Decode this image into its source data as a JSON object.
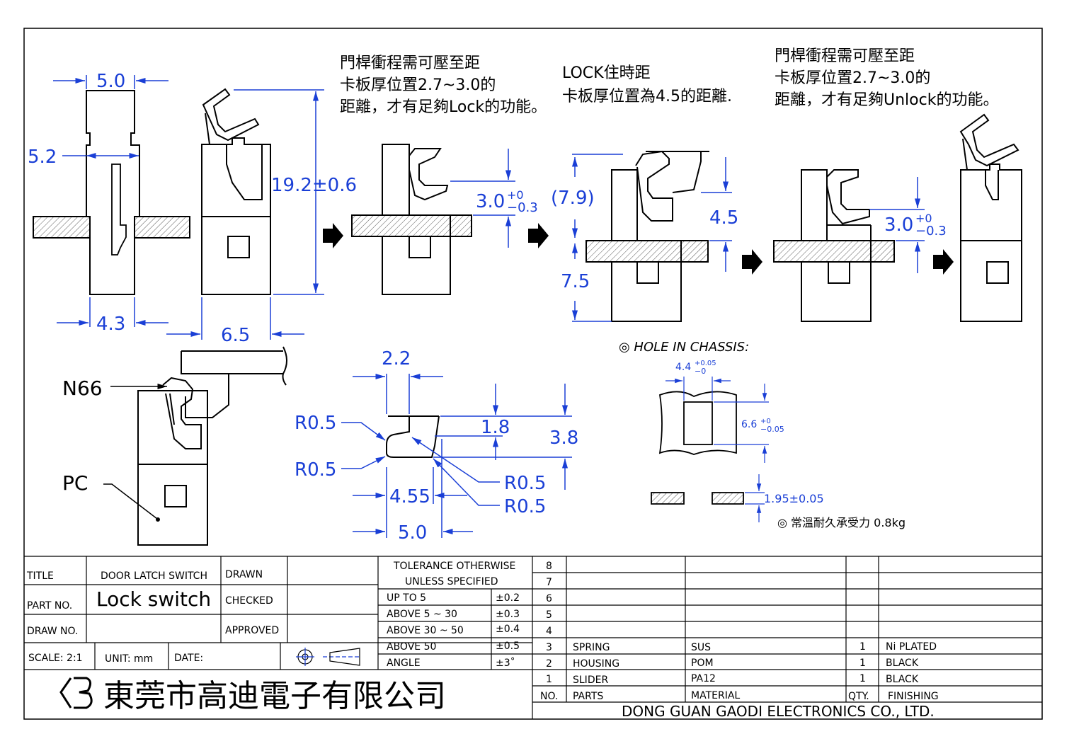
{
  "notes": {
    "lock_travel": [
      "門桿衝程需可壓至距",
      "卡板厚位置2.7~3.0的",
      "距離，才有足夠Lock的功能。"
    ],
    "lock_hold": [
      "LOCK住時距",
      "卡板厚位置為4.5的距離."
    ],
    "unlock_travel": [
      "門桿衝程需可壓至距",
      "卡板厚位置2.7~3.0的",
      "距離，才有足夠Unlock的功能。"
    ]
  },
  "dims": {
    "top_width": "5.0",
    "body_width": "5.2",
    "base_width": "4.3",
    "height": "19.2±0.6",
    "side_width": "6.5",
    "stroke1_main": "3.0",
    "stroke1_tol_up": "+0",
    "stroke1_tol_dn": "−0.3",
    "lock_total": "(7.9)",
    "lock_gap": "4.5",
    "lock_below": "7.5",
    "stroke2_main": "3.0",
    "stroke2_tol_up": "+0",
    "stroke2_tol_dn": "−0.3",
    "hook_width": "2.2",
    "hook_h1": "1.8",
    "hook_h2": "3.8",
    "r1": "R0.5",
    "r2": "R0.5",
    "r3": "R0.5",
    "r4": "R0.5",
    "hook_w1": "4.55",
    "hook_w2": "5.0"
  },
  "materials_callout": {
    "n66": "N66",
    "pc": "PC"
  },
  "chassis": {
    "title": "◎ HOLE  IN  CHASSIS:",
    "hole_w_main": "4.4",
    "hole_w_tol_up": "+0.05",
    "hole_w_tol_dn": "−0",
    "hole_h_main": "6.6",
    "hole_h_tol_up": "+0",
    "hole_h_tol_dn": "−0.05",
    "thickness": "1.95±0.05",
    "force_note": "◎ 常溫耐久承受力  0.8kg"
  },
  "title_block": {
    "title_label": "TITLE",
    "title_value": "DOOR  LATCH  SWITCH",
    "part_label": "PART  NO.",
    "part_value": "Lock switch",
    "draw_label": "DRAW  NO.",
    "drawn_label": "DRAWN",
    "checked_label": "CHECKED",
    "approved_label": "APPROVED",
    "scale_label": "SCALE:  2:1",
    "unit_label": "UNIT:  mm",
    "date_label": "DATE:",
    "company_cn": "東莞市高迪電子有限公司",
    "company_en": "DONG GUAN GAODI ELECTRONICS CO., LTD."
  },
  "tolerance": {
    "header1": "TOLERANCE  OTHERWISE",
    "header2": "UNLESS  SPECIFIED",
    "rows": [
      {
        "range": "UP  TO  5",
        "tol": "±0.2"
      },
      {
        "range": "ABOVE  5 ~ 30",
        "tol": "±0.3"
      },
      {
        "range": "ABOVE  30 ~ 50",
        "tol": "±0.4"
      },
      {
        "range": "ABOVE  50",
        "tol": "±0.5"
      },
      {
        "range": "ANGLE",
        "tol": "±3˚"
      }
    ]
  },
  "bom": {
    "header": {
      "no": "NO.",
      "part": "PARTS",
      "material": "MATERIAL",
      "qty": "QTY.",
      "finish": "FINISHING"
    },
    "rows": [
      {
        "no": "8",
        "part": "",
        "material": "",
        "qty": "",
        "finish": ""
      },
      {
        "no": "7",
        "part": "",
        "material": "",
        "qty": "",
        "finish": ""
      },
      {
        "no": "6",
        "part": "",
        "material": "",
        "qty": "",
        "finish": ""
      },
      {
        "no": "5",
        "part": "",
        "material": "",
        "qty": "",
        "finish": ""
      },
      {
        "no": "4",
        "part": "",
        "material": "",
        "qty": "",
        "finish": ""
      },
      {
        "no": "3",
        "part": "SPRING",
        "material": "SUS",
        "qty": "1",
        "finish": "Ni  PLATED"
      },
      {
        "no": "2",
        "part": "HOUSING",
        "material": "POM",
        "qty": "1",
        "finish": "BLACK"
      },
      {
        "no": "1",
        "part": "SLIDER",
        "material": "PA12",
        "qty": "1",
        "finish": "BLACK"
      }
    ]
  }
}
